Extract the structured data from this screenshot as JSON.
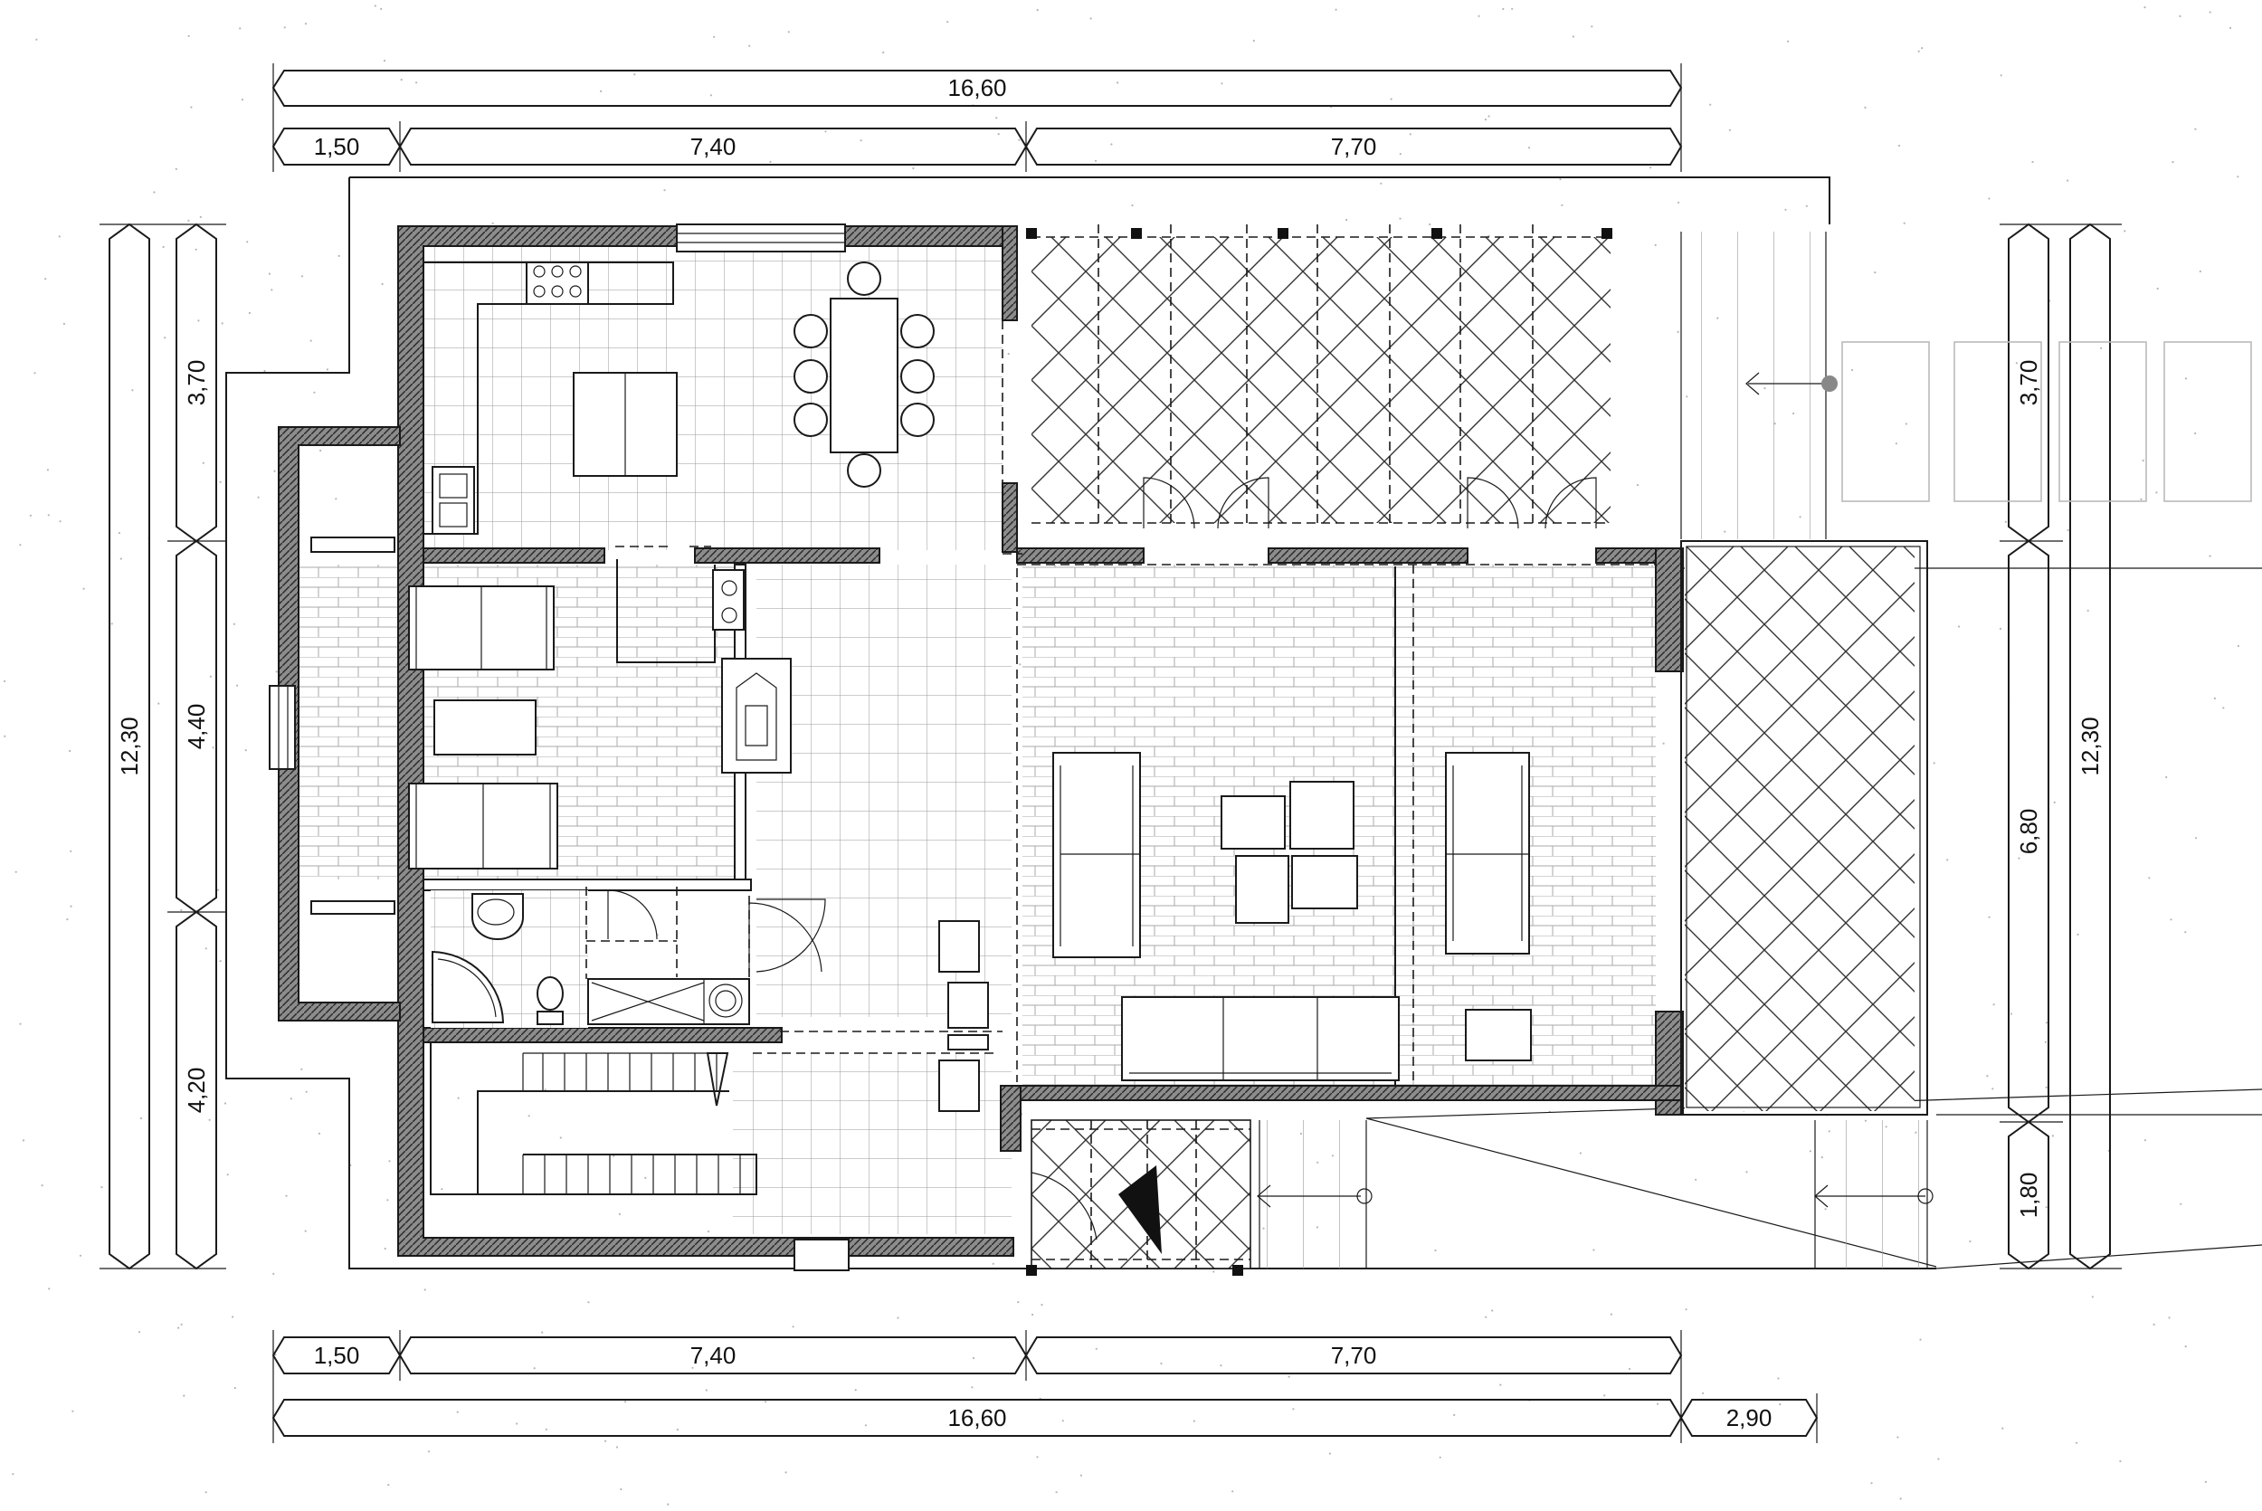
{
  "dimensions": {
    "top_total": "16,60",
    "top_seg_1": "1,50",
    "top_seg_2": "7,40",
    "top_seg_3": "7,70",
    "bottom_seg_1": "1,50",
    "bottom_seg_2": "7,40",
    "bottom_seg_3": "7,70",
    "bottom_total": "16,60",
    "bottom_extra": "2,90",
    "left_total": "12,30",
    "left_seg_1": "3,70",
    "left_seg_2": "4,40",
    "left_seg_3": "4,20",
    "right_seg_1": "3,70",
    "right_seg_2": "6,80",
    "right_seg_3": "1,80",
    "right_total": "12,30"
  },
  "colors": {
    "line": "#1a1a1a",
    "wall_hatch": "#444444",
    "background": "#ffffff"
  }
}
